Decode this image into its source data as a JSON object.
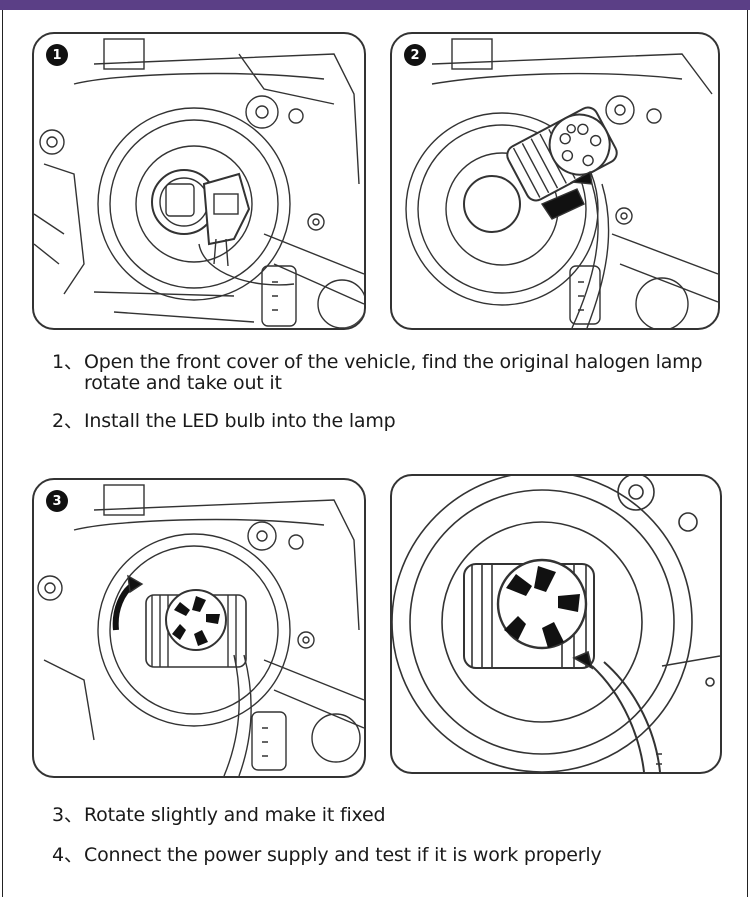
{
  "panels": [
    {
      "badge": "1"
    },
    {
      "badge": "2"
    },
    {
      "badge": "3"
    },
    {
      "badge": ""
    }
  ],
  "steps": [
    {
      "num": "1、",
      "text": "Open the front cover of the vehicle, find the original halogen lamp",
      "cont": "rotate and take out it"
    },
    {
      "num": "2、",
      "text": "Install the LED bulb into the lamp",
      "cont": ""
    },
    {
      "num": "3、",
      "text": "Rotate slightly and make it fixed",
      "cont": ""
    },
    {
      "num": "4、",
      "text": "Connect the power supply and test if it is work properly",
      "cont": ""
    }
  ],
  "colors": {
    "accent": "#5b3f86",
    "line": "#333333"
  }
}
